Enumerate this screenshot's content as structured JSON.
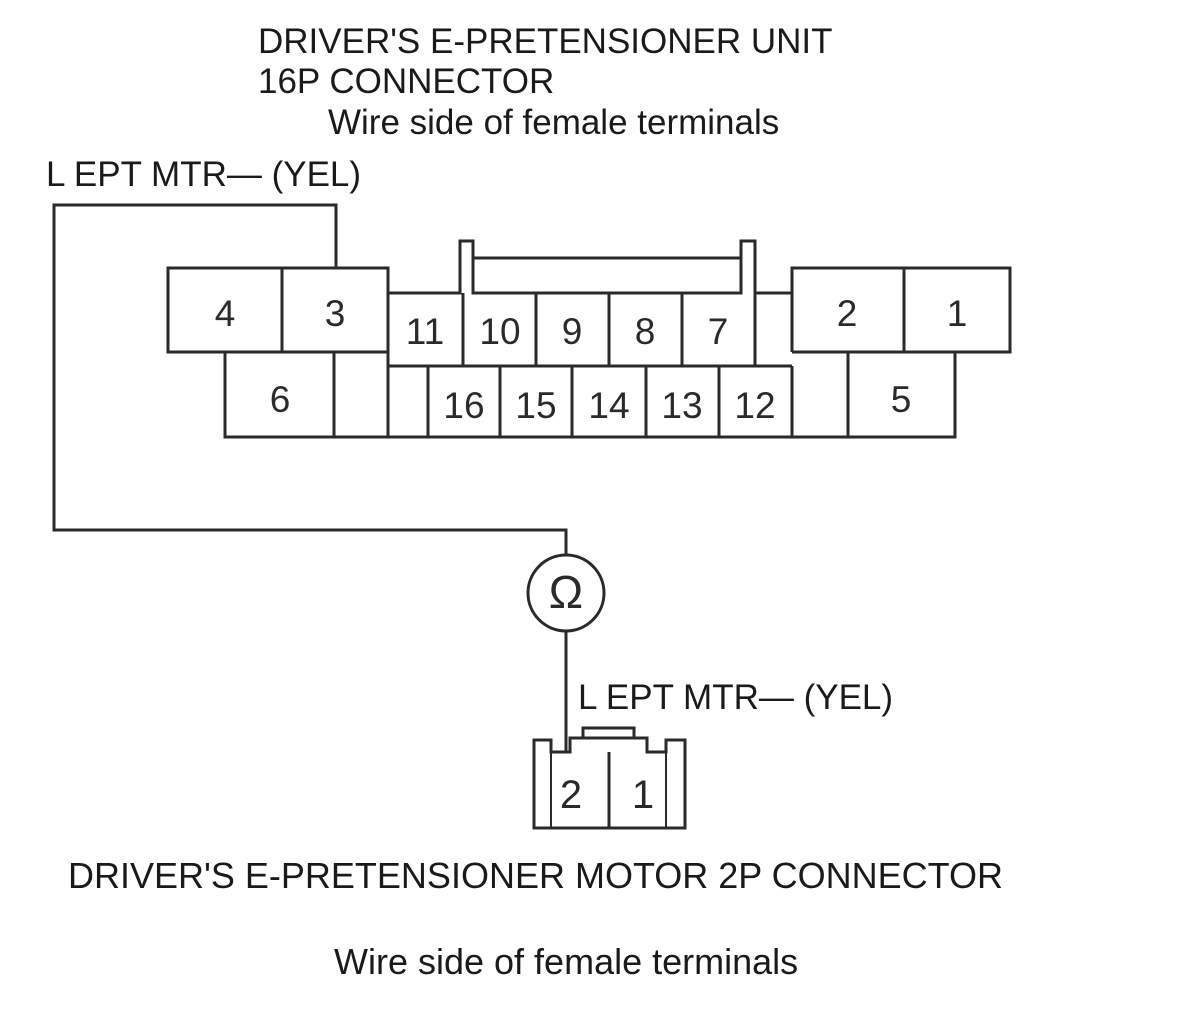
{
  "top_connector": {
    "title_line1": "DRIVER'S E-PRETENSIONER UNIT",
    "title_line2": "16P CONNECTOR",
    "view_label": "Wire side of female terminals",
    "wire_label": "L EPT MTR— (YEL)",
    "pins": [
      "1",
      "2",
      "3",
      "4",
      "5",
      "6",
      "7",
      "8",
      "9",
      "10",
      "11",
      "12",
      "13",
      "14",
      "15",
      "16"
    ]
  },
  "meter": {
    "symbol": "Ω",
    "icon": "ohmmeter-icon"
  },
  "bottom_connector": {
    "wire_label": "L EPT MTR— (YEL)",
    "title": "DRIVER'S E-PRETENSIONER MOTOR 2P CONNECTOR",
    "view_label": "Wire side of female terminals",
    "pins": [
      "1",
      "2"
    ]
  },
  "colors": {
    "line": "#2a2a2a",
    "text": "#1a1a1a",
    "background": "#ffffff"
  }
}
